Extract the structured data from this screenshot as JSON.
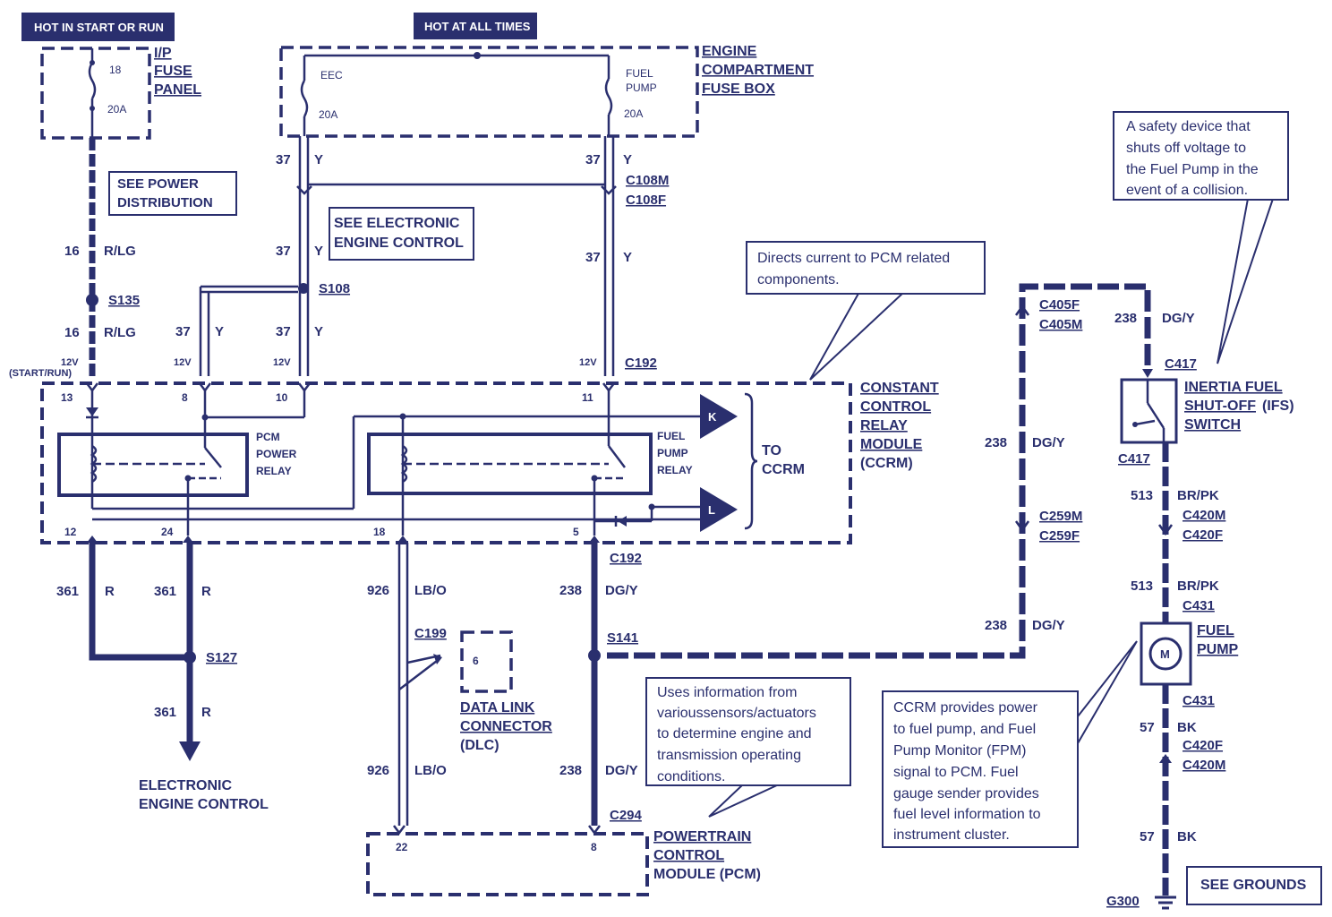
{
  "headers": {
    "hot_start_run": "HOT IN START OR RUN",
    "hot_all_times": "HOT AT ALL TIMES"
  },
  "ip_fuse_panel": {
    "label": [
      "I/P",
      "FUSE",
      "PANEL"
    ],
    "fuse_num": "18",
    "fuse_amp": "20A"
  },
  "engine_fuse_box": {
    "label": [
      "ENGINE",
      "COMPARTMENT",
      "FUSE BOX"
    ],
    "eec_label": "EEC",
    "eec_amp": "20A",
    "fuel_pump_label": [
      "FUEL",
      "PUMP"
    ],
    "fuel_pump_amp": "20A"
  },
  "see_boxes": {
    "power_distribution": [
      "SEE POWER",
      "DISTRIBUTION"
    ],
    "electronic_engine_control": [
      "SEE ELECTRONIC",
      "ENGINE CONTROL"
    ],
    "grounds": "SEE GROUNDS"
  },
  "callouts": {
    "inertia": [
      "A safety device that",
      "shuts off voltage to",
      "the Fuel Pump in the",
      "event of a collision."
    ],
    "pcm_current": [
      "Directs current to PCM related",
      "components."
    ],
    "pcm_info": [
      "Uses information from",
      "varioussensors/actuators",
      "to determine engine and",
      "transmission operating",
      "conditions."
    ],
    "ccrm_info": [
      "CCRM provides power",
      "to fuel pump, and Fuel",
      "Pump Monitor (FPM)",
      "signal to PCM.  Fuel",
      "gauge sender provides",
      "fuel level information to",
      "instrument cluster."
    ]
  },
  "ccrm": {
    "label": [
      "CONSTANT",
      "CONTROL",
      "RELAY",
      "MODULE"
    ],
    "abbr": "(CCRM)",
    "pcm_relay": [
      "PCM",
      "POWER",
      "RELAY"
    ],
    "fuel_pump_relay": [
      "FUEL",
      "PUMP",
      "RELAY"
    ],
    "to_ccrm": [
      "TO",
      "CCRM"
    ],
    "k": "K",
    "l": "L",
    "pins": [
      "13",
      "8",
      "10",
      "11",
      "12",
      "24",
      "18",
      "5"
    ],
    "start_run": "(START/RUN)",
    "v12": "12V"
  },
  "wires": {
    "w37": "37",
    "y": "Y",
    "w16": "16",
    "rlg": "R/LG",
    "w361": "361",
    "r": "R",
    "w926": "926",
    "lbo": "LB/O",
    "w238": "238",
    "dgy": "DG/Y",
    "w513": "513",
    "brpk": "BR/PK",
    "w57": "57",
    "bk": "BK"
  },
  "connectors": {
    "c108m": "C108M",
    "c108f": "C108F",
    "s108": "S108",
    "s135": "S135",
    "c192": "C192",
    "c405f": "C405F",
    "c405m": "C405M",
    "c417": "C417",
    "c259m": "C259M",
    "c259f": "C259F",
    "c420m": "C420M",
    "c420f": "C420F",
    "c431": "C431",
    "s127": "S127",
    "c199": "C199",
    "s141": "S141",
    "c294": "C294",
    "g300": "G300"
  },
  "dlc": {
    "pin": "6",
    "label": [
      "DATA LINK",
      "CONNECTOR"
    ],
    "abbr": "(DLC)"
  },
  "eec_dest": [
    "ELECTRONIC",
    "ENGINE CONTROL"
  ],
  "pcm": {
    "label": [
      "POWERTRAIN",
      "CONTROL",
      "MODULE (PCM)"
    ],
    "pins": [
      "22",
      "8"
    ]
  },
  "inertia_switch": {
    "label": [
      "INERTIA FUEL",
      "SHUT-OFF",
      "(IFS)",
      "SWITCH"
    ]
  },
  "fuel_pump": {
    "label": [
      "FUEL",
      "PUMP"
    ],
    "motor": "M"
  }
}
